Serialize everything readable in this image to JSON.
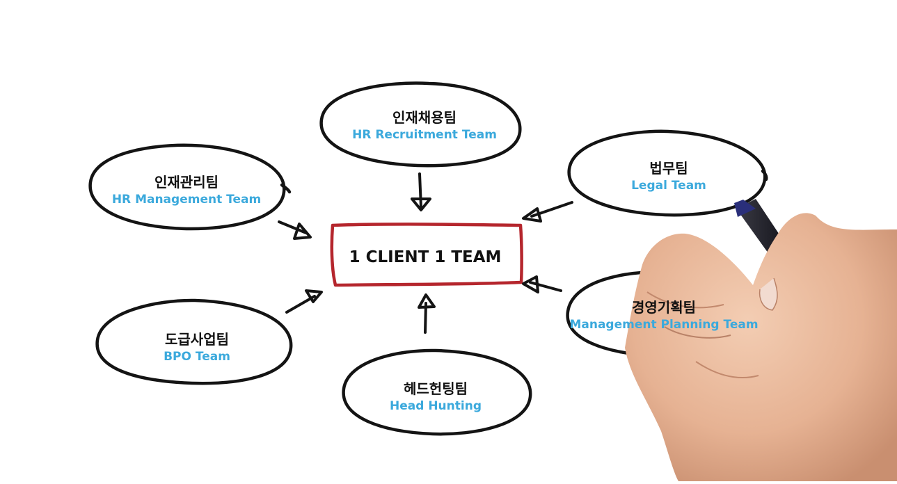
{
  "center": {
    "label": "1 CLIENT 1 TEAM"
  },
  "colors": {
    "center_border": "#b5262d",
    "outline": "#141414",
    "english_text": "#3ba9dc",
    "korean_text": "#111111",
    "skin": "#e9b89b",
    "pen": "#1a1a22"
  },
  "teams": [
    {
      "korean": "인재채용팀",
      "english": "HR Recruitment Team"
    },
    {
      "korean": "인재관리팀",
      "english": "HR Management Team"
    },
    {
      "korean": "법무팀",
      "english": "Legal Team"
    },
    {
      "korean": "경영기획팀",
      "english": "Management Planning Team"
    },
    {
      "korean": "도급사업팀",
      "english": "BPO Team"
    },
    {
      "korean": "헤드헌팅팀",
      "english": "Head Hunting"
    }
  ]
}
